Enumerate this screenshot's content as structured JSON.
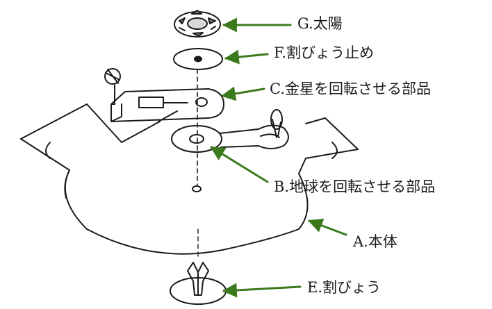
{
  "labels": {
    "g": "G.太陽",
    "f": "F.割びょう止め",
    "c": "C.金星を回転させる部品",
    "b": "B.地球を回転させる部品",
    "a": "A.本体",
    "e": "E.割びょう"
  },
  "colors": {
    "arrow": "#3b7a1c",
    "ink": "#1a1a1a"
  }
}
